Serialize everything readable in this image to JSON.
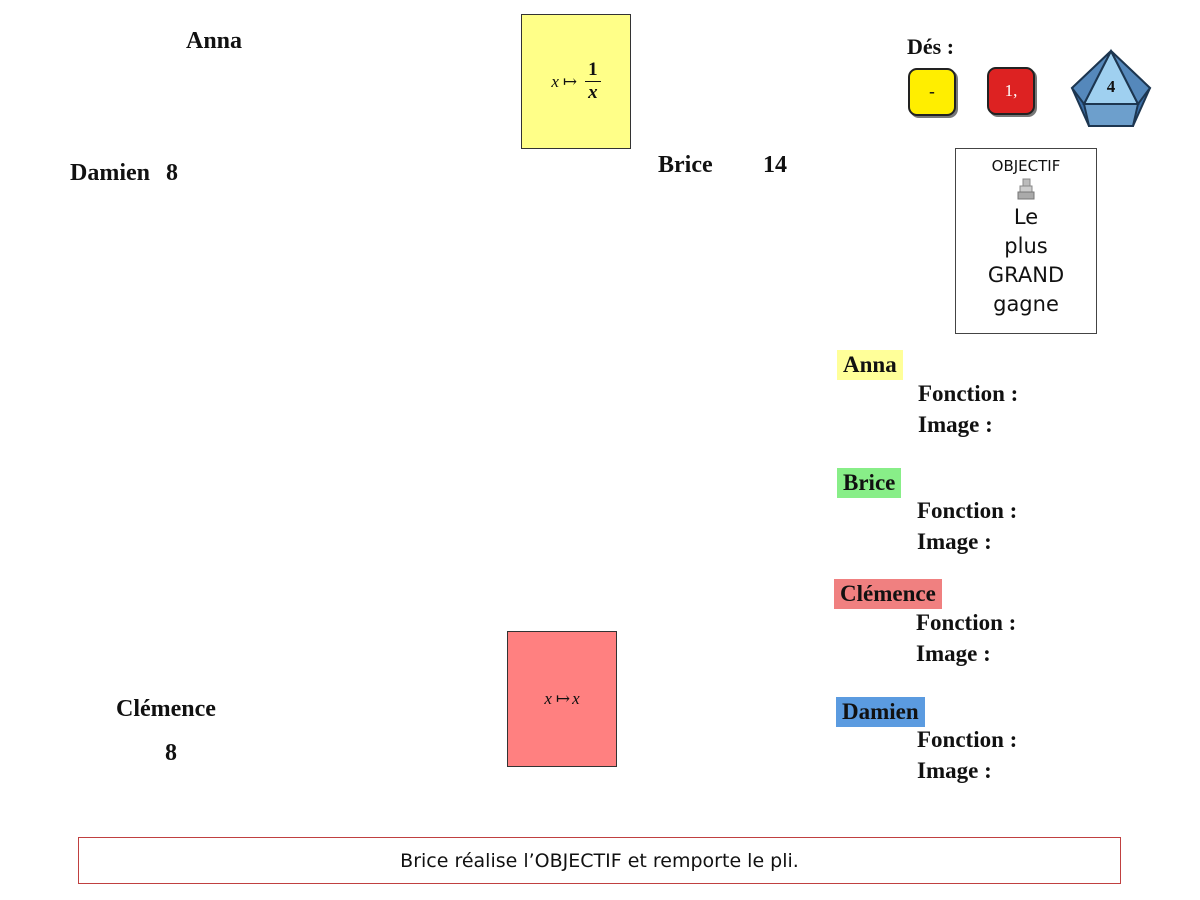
{
  "players": {
    "anna": {
      "name": "Anna"
    },
    "damien": {
      "name": "Damien",
      "score": "8"
    },
    "brice": {
      "name": "Brice",
      "score": "14"
    },
    "clemence": {
      "name": "Clémence",
      "score": "8"
    }
  },
  "cards": {
    "top": {
      "variable": "x",
      "numerator": "1",
      "denominator": "x",
      "color": "#ffff88"
    },
    "bottom": {
      "variable": "x",
      "result": "x",
      "color": "#ff8080"
    }
  },
  "dice": {
    "label": "Dés :",
    "yellow": {
      "value": "-",
      "color": "#ffee00"
    },
    "red": {
      "value": "1,",
      "color": "#dd2222"
    },
    "d8": {
      "value": "4",
      "color": "#7fb8e6"
    }
  },
  "objective": {
    "header": "OBJECTIF",
    "lines": [
      "Le",
      "plus",
      "GRAND",
      "gagne"
    ]
  },
  "scoreboard": {
    "function_label": "Fonction :",
    "image_label": "Image :",
    "entries": [
      {
        "name": "Anna",
        "color": "#ffff99"
      },
      {
        "name": "Brice",
        "color": "#88ee88"
      },
      {
        "name": "Clémence",
        "color": "#f08080"
      },
      {
        "name": "Damien",
        "color": "#5b9be0"
      }
    ]
  },
  "message": "Brice réalise l’OBJECTIF et remporte le pli."
}
